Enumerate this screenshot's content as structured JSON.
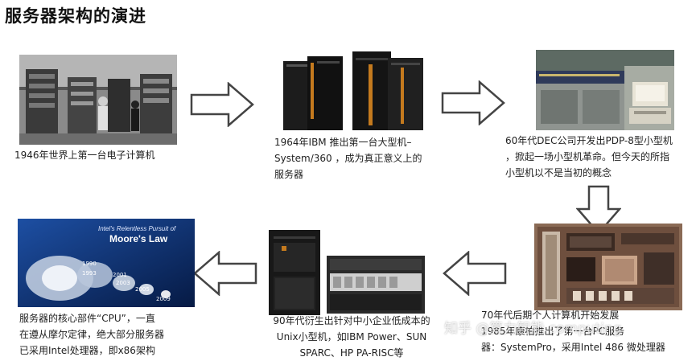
{
  "title": "服务器架构的演进",
  "steps": [
    {
      "lines": [
        "1946年世界上第一台电子计算机"
      ]
    },
    {
      "lines": [
        "1964年IBM 推出第一台大型机–",
        "System/360 ，成为真正意义上的",
        "服务器"
      ]
    },
    {
      "lines": [
        "60年代DEC公司开发出PDP-8型小型机",
        "，掀起一场小型机革命。但今天的所指",
        "小型机以不是当初的概念"
      ]
    },
    {
      "lines": [
        "70年代后期个人计算机开始发展",
        "1985年康柏推出了第一台PC服务",
        "器：SystemPro，采用Intel 486 微处理器"
      ]
    },
    {
      "lines": [
        "90年代衍生出针对中小企业低成本的",
        "Unix小型机，如IBM Power、SUN",
        "SPARC、HP PA-RISC等"
      ]
    },
    {
      "lines": [
        "服务器的核心部件“CPU”，一直",
        "在遵从摩尔定律，绝大部分服务器",
        "已采用Intel处理器，即x86架构"
      ]
    }
  ],
  "moores_law_image": {
    "tagline": "Intel's Relentless Pursuit of",
    "heading": "Moore's Law",
    "years": [
      "1990",
      "1993",
      "2001",
      "2003",
      "2005",
      "2009"
    ]
  },
  "watermark": "知乎 @算力智能 computing"
}
